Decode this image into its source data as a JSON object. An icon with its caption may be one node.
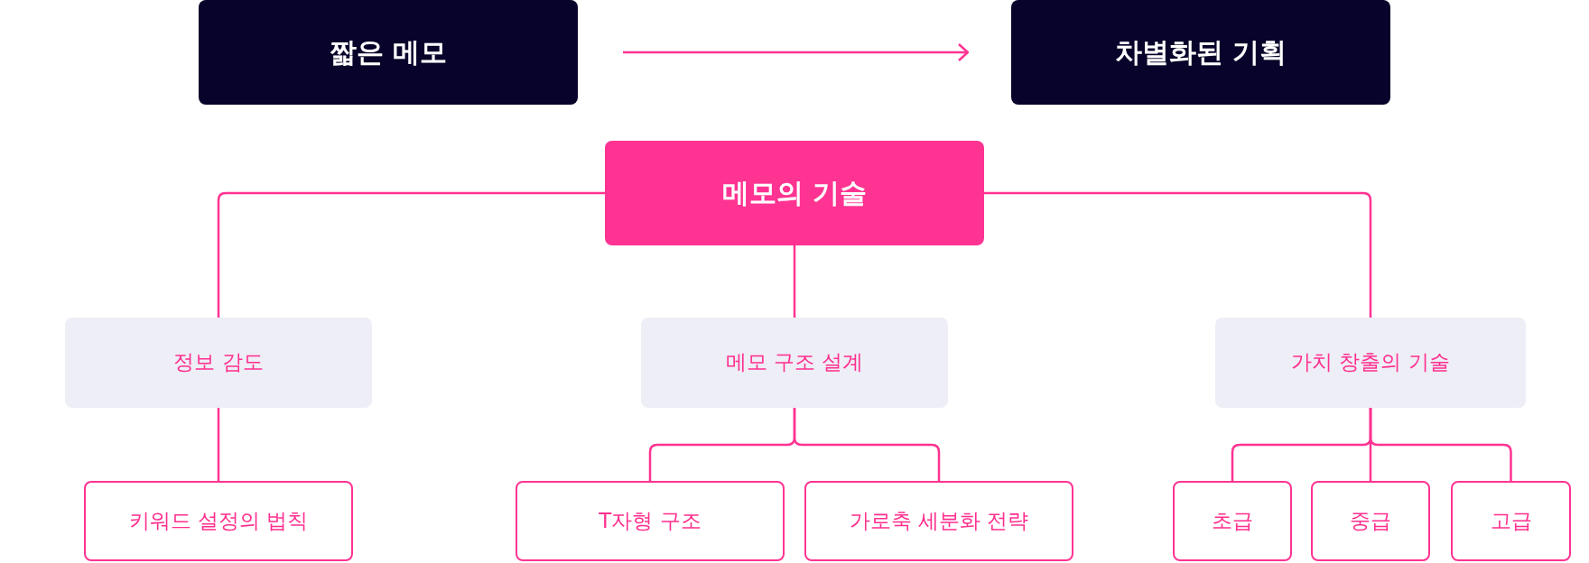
{
  "diagram": {
    "nodes": [
      {
        "text": [
          "짧은 메모"
        ]
      },
      {
        "text": [
          "차별화된 기획"
        ]
      },
      {
        "text": [
          "메모의 기술"
        ]
      },
      {
        "text": [
          "정보 감도"
        ]
      },
      {
        "text": [
          "메모 구조 설계"
        ]
      },
      {
        "text": [
          "가치 창출의 기술"
        ]
      },
      {
        "text": [
          "키워드 설정의 법칙"
        ]
      },
      {
        "text": [
          "T자형 구조"
        ]
      },
      {
        "text": [
          "가로축 세분화 전략"
        ]
      },
      {
        "text": [
          "초급"
        ]
      },
      {
        "text": [
          "중급"
        ]
      },
      {
        "text": [
          "고급"
        ]
      }
    ],
    "edges": [
      {
        "from": 0,
        "to": 1,
        "arrow": "to"
      },
      {
        "from": 2,
        "to": 3,
        "arrow": "none"
      },
      {
        "from": 2,
        "to": 4,
        "arrow": "none"
      },
      {
        "from": 2,
        "to": 5,
        "arrow": "none"
      },
      {
        "from": 3,
        "to": 6,
        "arrow": "none"
      },
      {
        "from": 4,
        "to": 7,
        "arrow": "none"
      },
      {
        "from": 4,
        "to": 8,
        "arrow": "none"
      },
      {
        "from": 5,
        "to": 9,
        "arrow": "none"
      },
      {
        "from": 5,
        "to": 10,
        "arrow": "none"
      },
      {
        "from": 5,
        "to": 11,
        "arrow": "none"
      }
    ]
  }
}
